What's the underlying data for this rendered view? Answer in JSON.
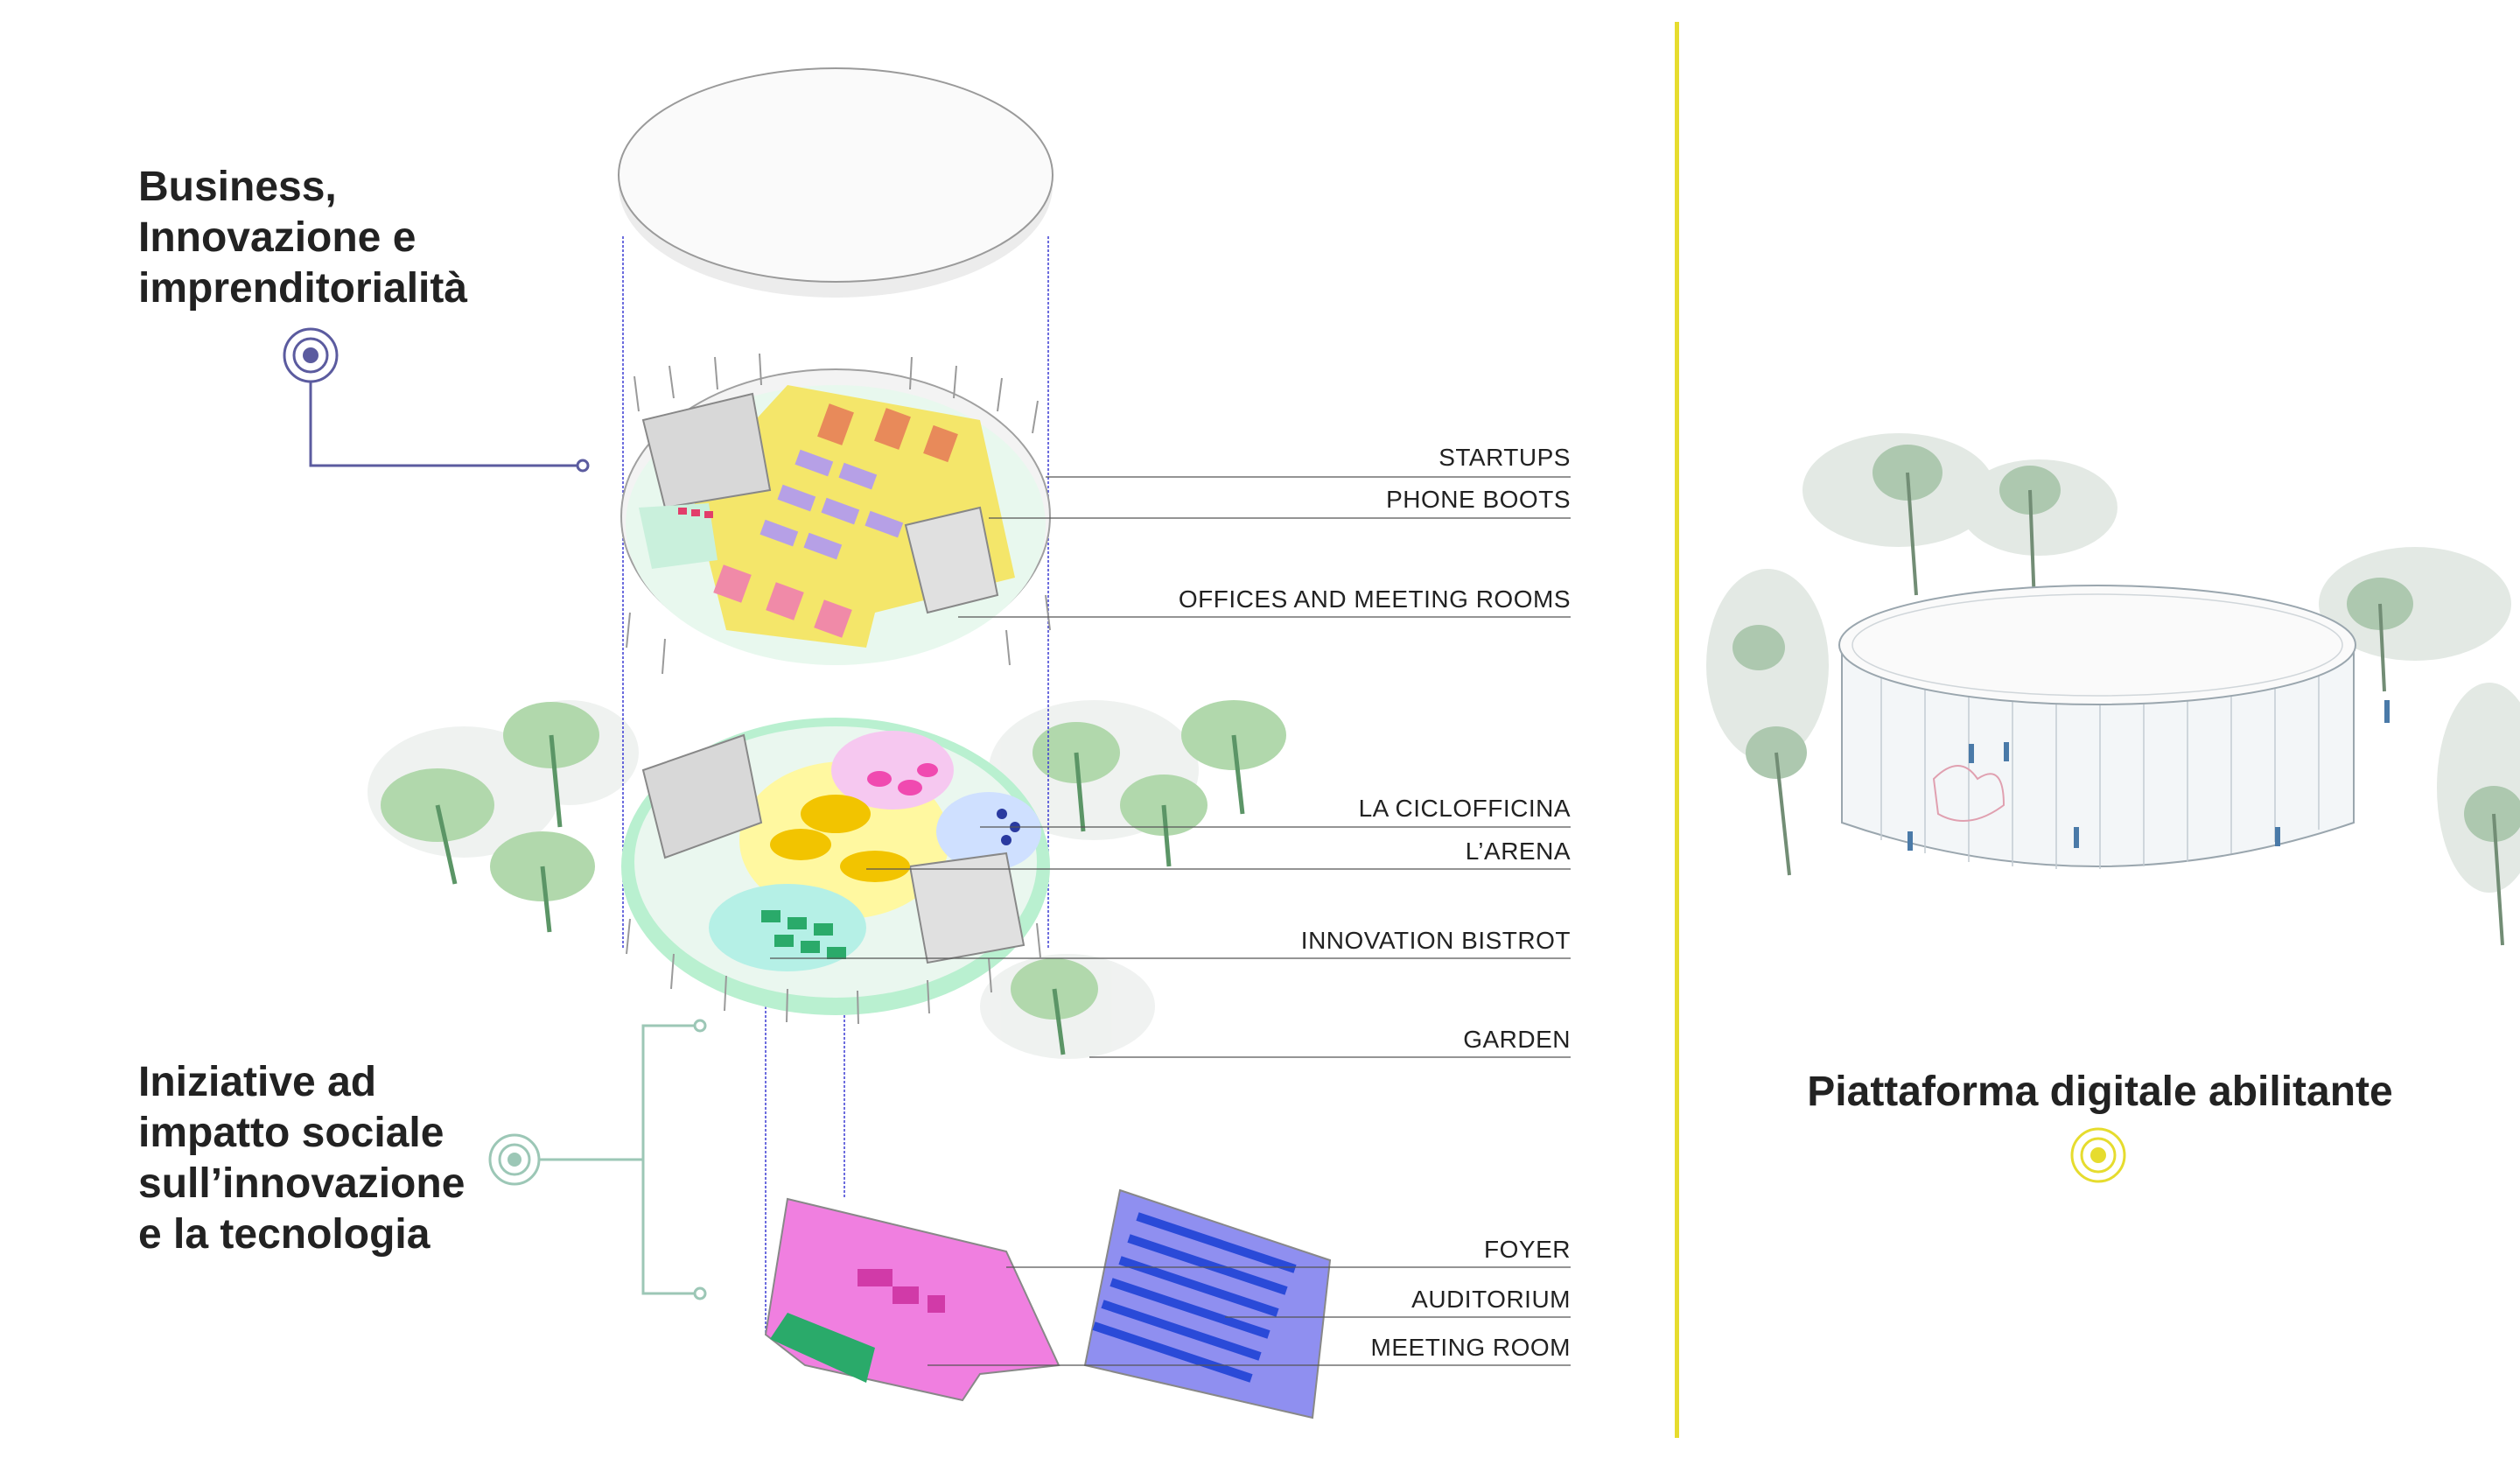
{
  "colors": {
    "business": "#5b5b9f",
    "social": "#9cc7b6",
    "platform": "#e6dc2e",
    "startups_zone": "#f4e66a",
    "garden_zone": "#c9f0dc",
    "foyer_zone": "#f07fe0",
    "auditorium_zone": "#8f8ff0"
  },
  "left_panel": {
    "business_heading": [
      "Business,",
      "Innovazione e",
      "imprenditorialità"
    ],
    "business_icon": "target-icon",
    "social_heading": [
      "Iniziative ad",
      "impatto sociale",
      "sull’innovazione",
      "e la tecnologia"
    ],
    "social_icon": "target-icon"
  },
  "labels": [
    "STARTUPS",
    "PHONE BOOTS",
    "OFFICES AND MEETING ROOMS",
    "LA CICLOFFICINA",
    "L’ARENA",
    "INNOVATION BISTROT",
    "GARDEN",
    "FOYER",
    "AUDITORIUM",
    "MEETING ROOM"
  ],
  "right_panel": {
    "title": "Piattaforma digitale abilitante",
    "icon": "target-icon"
  }
}
